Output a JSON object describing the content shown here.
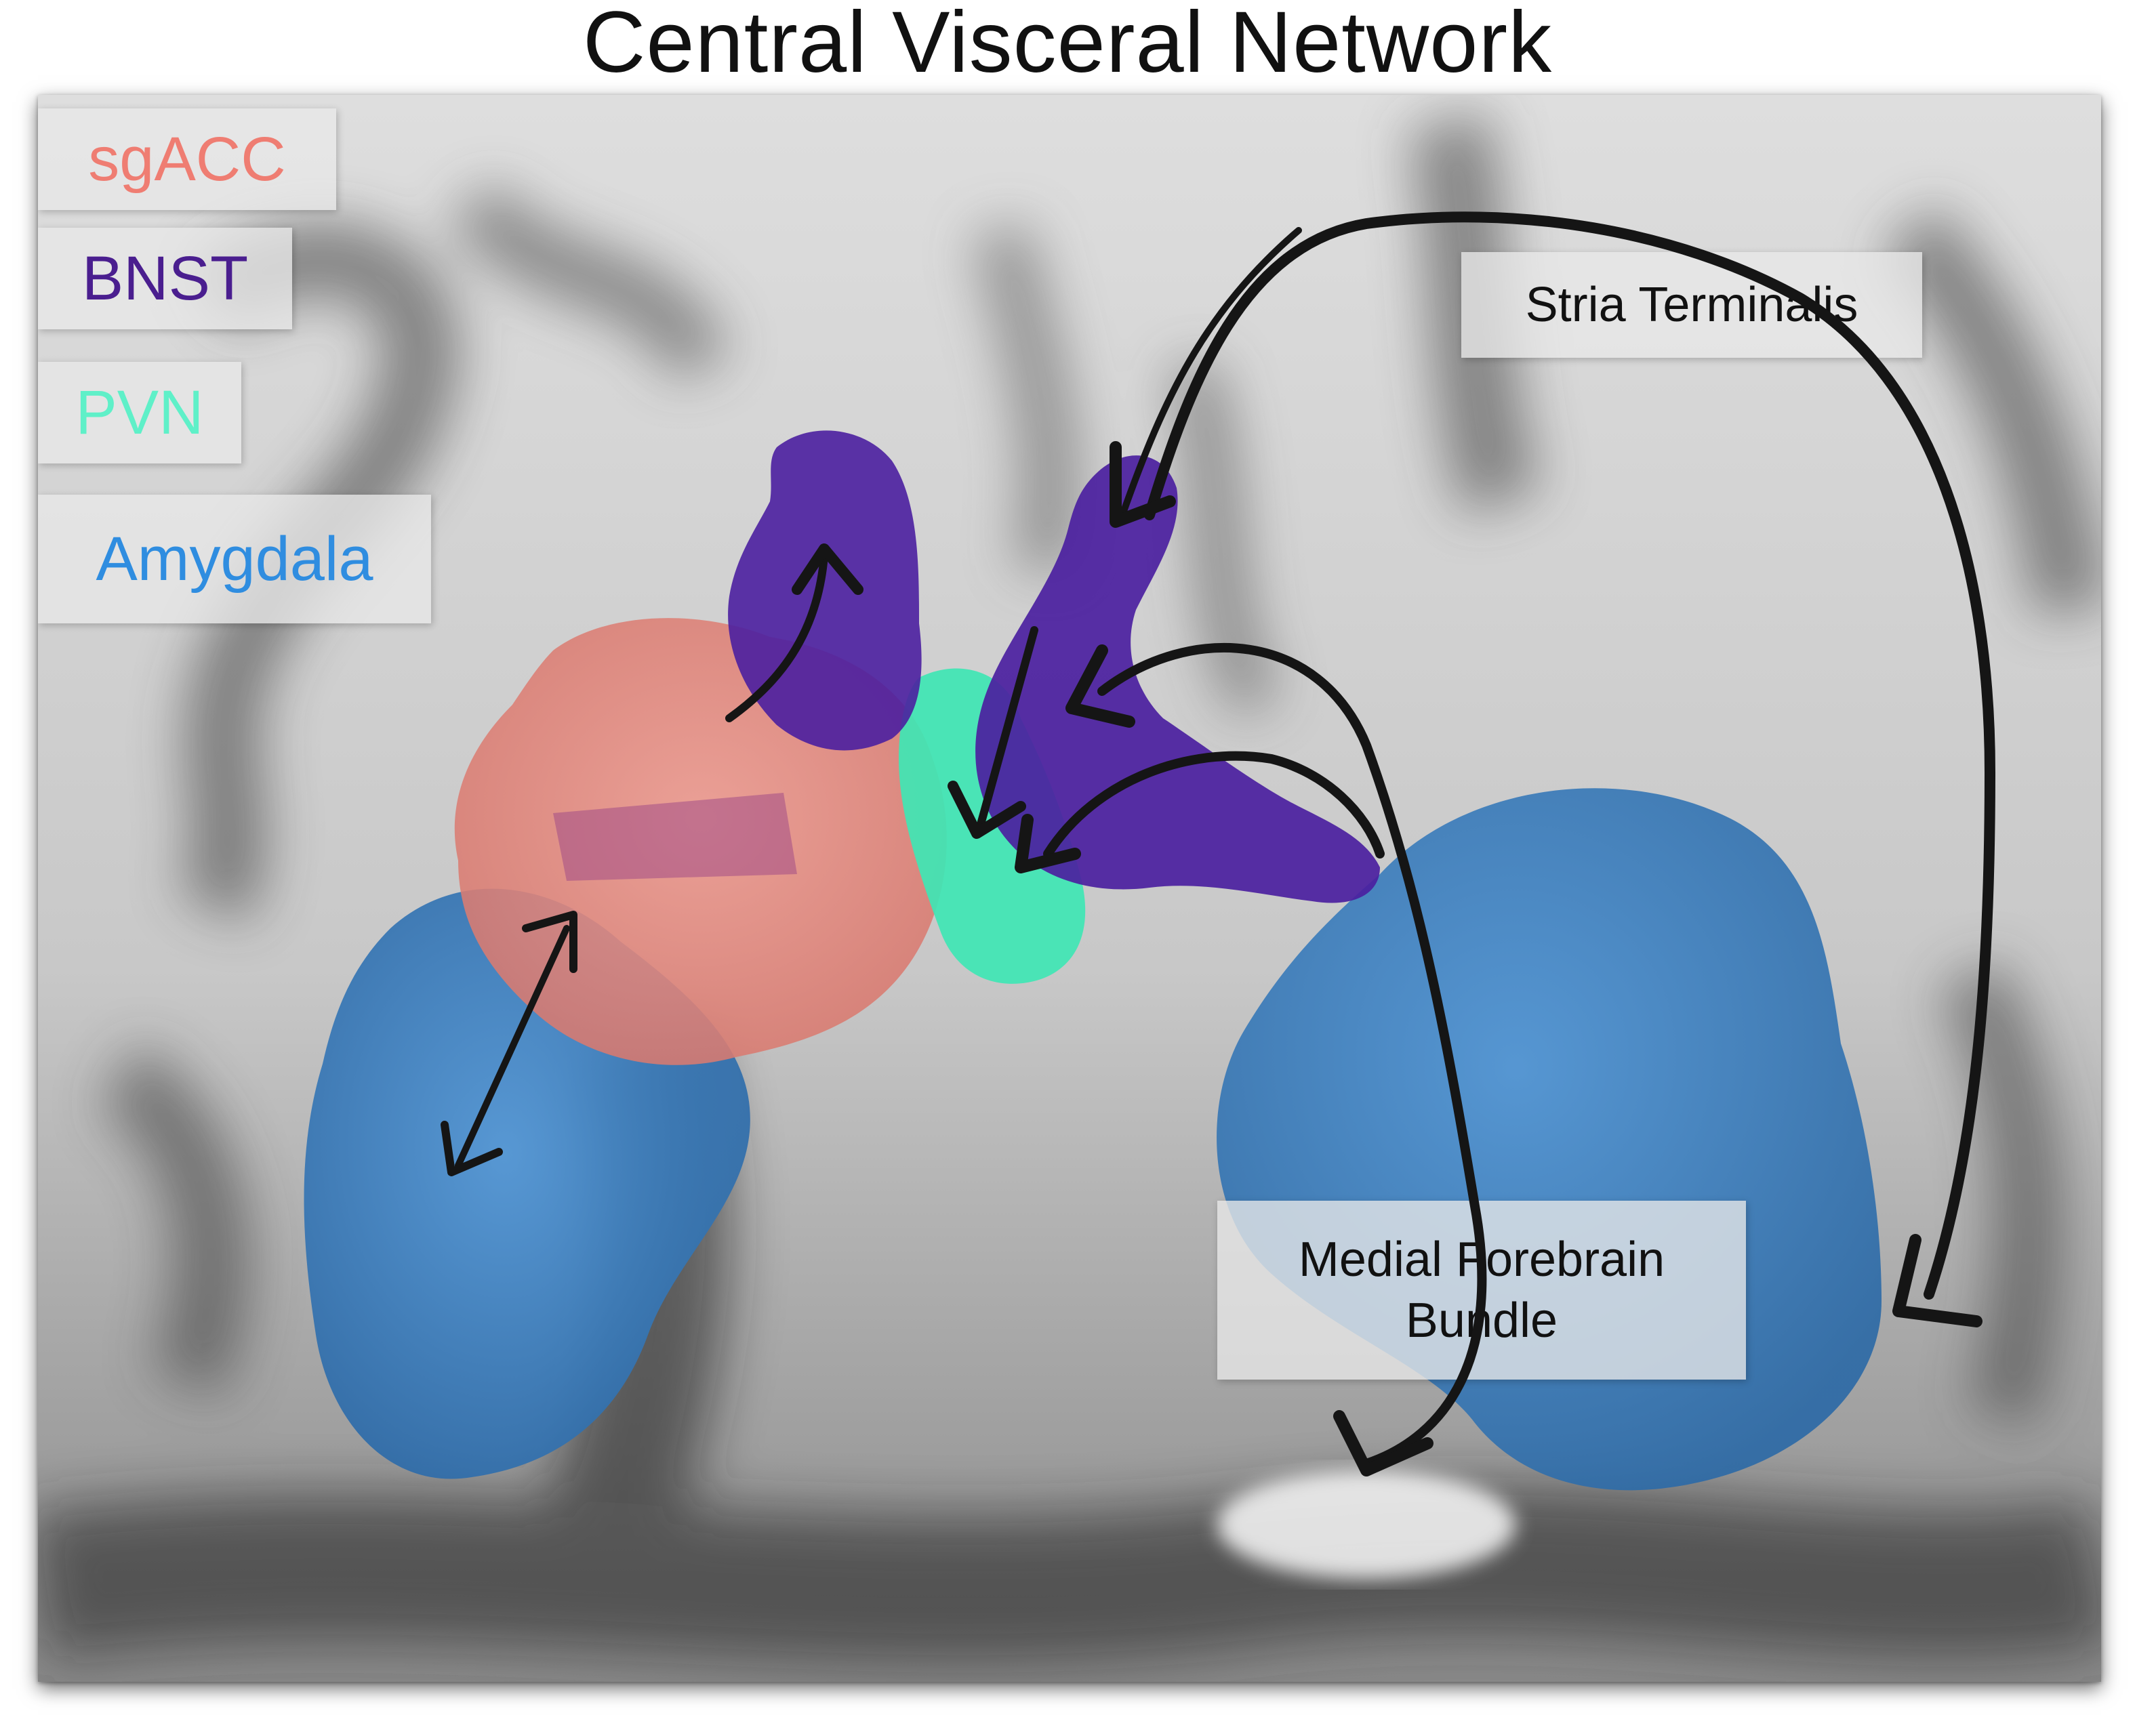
{
  "title": "Central Visceral Network",
  "legend": [
    {
      "label": "sgACC",
      "color": "#ef7d72"
    },
    {
      "label": "BNST",
      "color": "#4a1e8f"
    },
    {
      "label": "PVN",
      "color": "#5ff0c8"
    },
    {
      "label": "Amygdala",
      "color": "#2f8de0"
    }
  ],
  "tracts": {
    "stria_terminalis": "Stria Terminalis",
    "medial_forebrain_line1": "Medial Forebrain",
    "medial_forebrain_line2": "Bundle"
  },
  "colors": {
    "sgacc_fill": "#e58a80",
    "bnst_fill": "#4b1fa0",
    "pvn_fill": "#3fe6b4",
    "amygdala_fill": "#3c84c8",
    "arrow": "#151515"
  }
}
